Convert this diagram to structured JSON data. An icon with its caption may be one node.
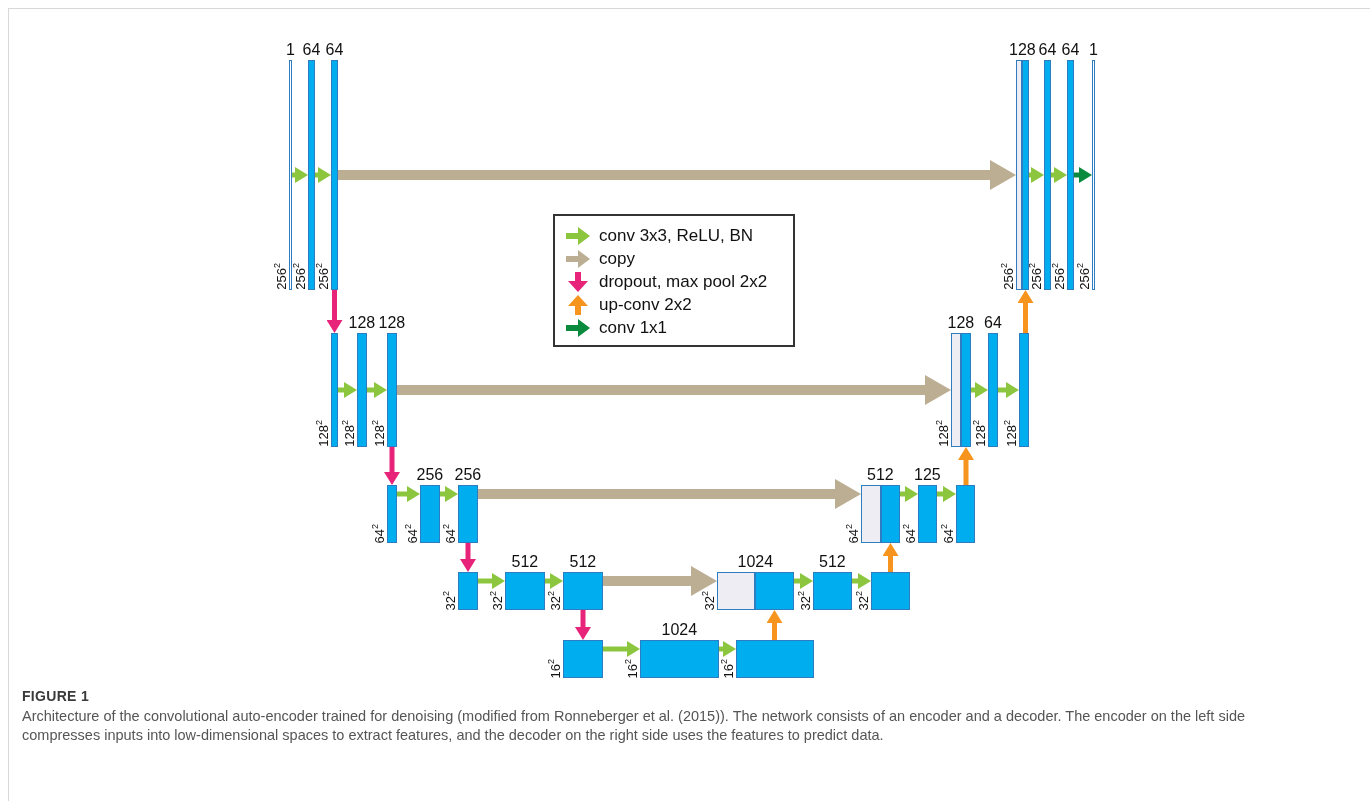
{
  "diagram": {
    "title": "FIGURE 1",
    "caption": "Architecture of the convolutional auto-encoder trained for denoising (modified from Ronneberger et al. (2015)). The network consists of an encoder and a decoder. The encoder on the left side compresses inputs into low-dimensional spaces to extract features, and the decoder on the right side uses the features to predict data.",
    "nodes": [
      {
        "text": [
          "1"
        ],
        "beside": [
          "256$^{2}$"
        ]
      },
      {
        "text": [
          "64"
        ],
        "beside": [
          "256$^{2}$"
        ]
      },
      {
        "text": [
          "64"
        ],
        "beside": [
          "256$^{2}$"
        ]
      },
      {
        "text": [],
        "shape": "bar",
        "beside": [
          "256$^{2}$"
        ]
      },
      {
        "text": [
          "128"
        ]
      },
      {
        "text": [
          "64"
        ],
        "beside": [
          "256$^{2}$"
        ]
      },
      {
        "text": [
          "64"
        ],
        "beside": [
          "256$^{2}$"
        ]
      },
      {
        "text": [
          "1"
        ],
        "beside": [
          "256$^{2}$"
        ]
      },
      {
        "text": [],
        "shape": "bar",
        "beside": [
          "128$^{2}$"
        ]
      },
      {
        "text": [
          "128"
        ],
        "beside": [
          "128$^{2}$"
        ]
      },
      {
        "text": [
          "128"
        ],
        "beside": [
          "128$^{2}$"
        ]
      },
      {
        "text": [],
        "shape": "bar",
        "beside": [
          "128$^{2}$"
        ]
      },
      {
        "text": [
          "128"
        ]
      },
      {
        "text": [
          "64"
        ],
        "beside": [
          "128$^{2}$"
        ]
      },
      {
        "text": [],
        "shape": "bar",
        "beside": [
          "128$^{2}$"
        ]
      },
      {
        "text": [],
        "shape": "bar",
        "beside": [
          "64$^{2}$"
        ]
      },
      {
        "text": [
          "256"
        ],
        "beside": [
          "64$^{2}$"
        ]
      },
      {
        "text": [
          "256"
        ],
        "beside": [
          "64$^{2}$"
        ]
      },
      {
        "text": [],
        "shape": "bar",
        "beside": [
          "64$^{2}$"
        ]
      },
      {
        "text": [
          "512"
        ]
      },
      {
        "text": [
          "125"
        ],
        "beside": [
          "64$^{2}$"
        ]
      },
      {
        "text": [],
        "shape": "bar",
        "beside": [
          "64$^{2}$"
        ]
      },
      {
        "text": [],
        "shape": "bar",
        "beside": [
          "32$^{2}$"
        ]
      },
      {
        "text": [
          "512"
        ],
        "beside": [
          "32$^{2}$"
        ]
      },
      {
        "text": [
          "512"
        ],
        "beside": [
          "32$^{2}$"
        ]
      },
      {
        "text": [],
        "shape": "bar",
        "beside": [
          "32$^{2}$"
        ]
      },
      {
        "text": [
          "1024"
        ]
      },
      {
        "text": [
          "512"
        ],
        "beside": [
          "32$^{2}$"
        ]
      },
      {
        "text": [],
        "shape": "bar",
        "beside": [
          "32$^{2}$"
        ]
      },
      {
        "text": [],
        "shape": "bar",
        "beside": [
          "16$^{2}$"
        ]
      },
      {
        "text": [
          "1024"
        ],
        "beside": [
          "16$^{2}$"
        ]
      },
      {
        "text": [],
        "shape": "bar",
        "beside": [
          "16$^{2}$"
        ]
      }
    ],
    "edges": [
      {
        "from": 0,
        "to": 1,
        "arrow": "to"
      },
      {
        "from": 1,
        "to": 2,
        "arrow": "to"
      },
      {
        "from": 4,
        "to": 5,
        "arrow": "to"
      },
      {
        "from": 5,
        "to": 6,
        "arrow": "to"
      },
      {
        "from": 6,
        "to": 7,
        "arrow": "to",
        "color": "#0a8a3c"
      },
      {
        "from": 8,
        "to": 9,
        "arrow": "to"
      },
      {
        "from": 9,
        "to": 10,
        "arrow": "to"
      },
      {
        "from": 12,
        "to": 13,
        "arrow": "to"
      },
      {
        "from": 13,
        "to": 14,
        "arrow": "to"
      },
      {
        "from": 15,
        "to": 16,
        "arrow": "to"
      },
      {
        "from": 16,
        "to": 17,
        "arrow": "to"
      },
      {
        "from": 19,
        "to": 20,
        "arrow": "to"
      },
      {
        "from": 20,
        "to": 21,
        "arrow": "to"
      },
      {
        "from": 22,
        "to": 23,
        "arrow": "to"
      },
      {
        "from": 23,
        "to": 24,
        "arrow": "to"
      },
      {
        "from": 26,
        "to": 27,
        "arrow": "to"
      },
      {
        "from": 27,
        "to": 28,
        "arrow": "to"
      },
      {
        "from": 29,
        "to": 30,
        "arrow": "to"
      },
      {
        "from": 30,
        "to": 31,
        "arrow": "to"
      },
      {
        "from": 2,
        "to": 3,
        "arrow": "to",
        "style": "thick",
        "color": "#bcae92"
      },
      {
        "from": 10,
        "to": 11,
        "arrow": "to",
        "style": "thick",
        "color": "#bcae92"
      },
      {
        "from": 17,
        "to": 18,
        "arrow": "to",
        "style": "thick",
        "color": "#bcae92"
      },
      {
        "from": 24,
        "to": 25,
        "arrow": "to",
        "style": "thick",
        "color": "#bcae92"
      },
      {
        "from": 2,
        "to": 8,
        "arrow": "to",
        "color": "#e8247a"
      },
      {
        "from": 10,
        "to": 15,
        "arrow": "to",
        "color": "#e8247a"
      },
      {
        "from": 17,
        "to": 22,
        "arrow": "to",
        "color": "#e8247a"
      },
      {
        "from": 24,
        "to": 29,
        "arrow": "to",
        "color": "#e8247a"
      },
      {
        "from": 14,
        "to": 4,
        "arrow": "to",
        "color": "#f7941d"
      },
      {
        "from": 21,
        "to": 12,
        "arrow": "to",
        "color": "#f7941d"
      },
      {
        "from": 28,
        "to": 19,
        "arrow": "to",
        "color": "#f7941d"
      },
      {
        "from": 31,
        "to": 26,
        "arrow": "to",
        "color": "#f7941d"
      }
    ],
    "legend": [
      {
        "text": "conv 3x3, ReLU, BN"
      },
      {
        "text": "copy"
      },
      {
        "text": "dropout, max pool 2x2"
      },
      {
        "text": "up-conv 2x2"
      },
      {
        "text": "conv 1x1"
      }
    ]
  }
}
